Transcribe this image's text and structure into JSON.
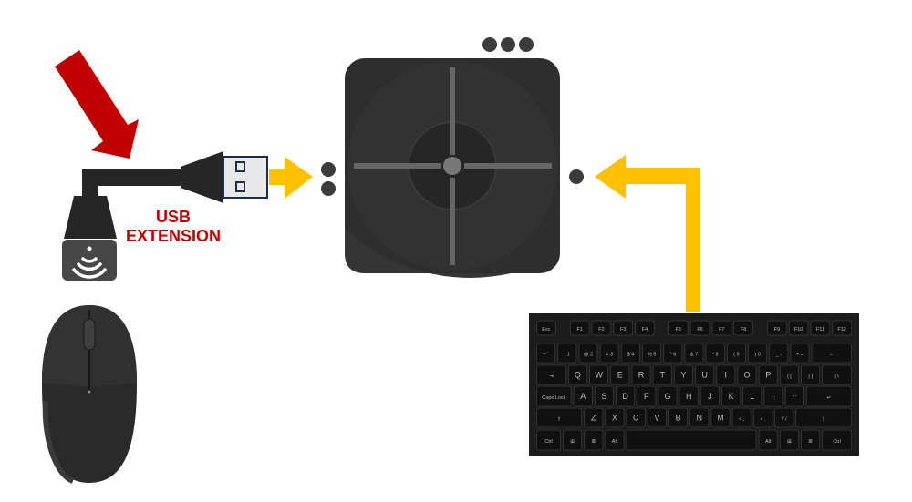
{
  "usb_label": {
    "line1": "USB",
    "line2": "EXTENSION"
  },
  "colors": {
    "accent_arrow": "#ffc000",
    "pointer_arrow": "#c00000",
    "device": "#333333",
    "label": "#c00000"
  },
  "icons": [
    "pointer-arrow",
    "usb-cable",
    "wireless-receiver",
    "console-device",
    "mouse",
    "keyboard",
    "connection-arrow"
  ],
  "keyboard": {
    "rows": [
      [
        {
          "l": "Esc",
          "w": 1
        },
        {
          "gap": 0.55
        },
        {
          "l": "F1",
          "w": 1
        },
        {
          "l": "F2",
          "w": 1
        },
        {
          "l": "F3",
          "w": 1
        },
        {
          "l": "F4",
          "w": 1
        },
        {
          "gap": 0.55
        },
        {
          "l": "F5",
          "w": 1
        },
        {
          "l": "F6",
          "w": 1
        },
        {
          "l": "F7",
          "w": 1
        },
        {
          "l": "F8",
          "w": 1
        },
        {
          "gap": 0.55
        },
        {
          "l": "F9",
          "w": 1
        },
        {
          "l": "F10",
          "w": 1
        },
        {
          "l": "F11",
          "w": 1
        },
        {
          "l": "F12",
          "w": 1
        }
      ],
      [
        {
          "l": "~ `",
          "w": 1
        },
        {
          "l": "! 1",
          "w": 1
        },
        {
          "l": "@ 2",
          "w": 1
        },
        {
          "l": "# 3",
          "w": 1
        },
        {
          "l": "$ 4",
          "w": 1
        },
        {
          "l": "% 5",
          "w": 1
        },
        {
          "l": "^ 6",
          "w": 1
        },
        {
          "l": "& 7",
          "w": 1
        },
        {
          "l": "* 8",
          "w": 1
        },
        {
          "l": "( 9",
          "w": 1
        },
        {
          "l": ") 0",
          "w": 1
        },
        {
          "l": "_ -",
          "w": 1
        },
        {
          "l": "+ =",
          "w": 1
        },
        {
          "l": "←",
          "w": 2
        }
      ],
      [
        {
          "l": "⇥",
          "w": 1.5
        },
        {
          "l": "Q",
          "w": 1
        },
        {
          "l": "W",
          "w": 1
        },
        {
          "l": "E",
          "w": 1
        },
        {
          "l": "R",
          "w": 1
        },
        {
          "l": "T",
          "w": 1
        },
        {
          "l": "Y",
          "w": 1
        },
        {
          "l": "U",
          "w": 1
        },
        {
          "l": "I",
          "w": 1
        },
        {
          "l": "O",
          "w": 1
        },
        {
          "l": "P",
          "w": 1
        },
        {
          "l": "{ [",
          "w": 1
        },
        {
          "l": "} ]",
          "w": 1
        },
        {
          "l": "| \\",
          "w": 1.5
        }
      ],
      [
        {
          "l": "Caps Lock",
          "w": 1.75
        },
        {
          "l": "A",
          "w": 1
        },
        {
          "l": "S",
          "w": 1
        },
        {
          "l": "D",
          "w": 1
        },
        {
          "l": "F",
          "w": 1
        },
        {
          "l": "G",
          "w": 1
        },
        {
          "l": "H",
          "w": 1
        },
        {
          "l": "J",
          "w": 1
        },
        {
          "l": "K",
          "w": 1
        },
        {
          "l": "L",
          "w": 1
        },
        {
          "l": ": ;",
          "w": 1
        },
        {
          "l": "\" '",
          "w": 1
        },
        {
          "l": "↵",
          "w": 2.25
        }
      ],
      [
        {
          "l": "⇧",
          "w": 2.25
        },
        {
          "l": "Z",
          "w": 1
        },
        {
          "l": "X",
          "w": 1
        },
        {
          "l": "C",
          "w": 1
        },
        {
          "l": "V",
          "w": 1
        },
        {
          "l": "B",
          "w": 1
        },
        {
          "l": "N",
          "w": 1
        },
        {
          "l": "M",
          "w": 1
        },
        {
          "l": "< ,",
          "w": 1
        },
        {
          "l": "> .",
          "w": 1
        },
        {
          "l": "? /",
          "w": 1
        },
        {
          "l": "⇧",
          "w": 2.75
        }
      ],
      [
        {
          "l": "Ctrl",
          "w": 1.25
        },
        {
          "l": "⊞",
          "w": 1
        },
        {
          "l": "≣",
          "w": 1
        },
        {
          "l": "Alt",
          "w": 1
        },
        {
          "l": "",
          "w": 6.25
        },
        {
          "l": "Alt",
          "w": 1
        },
        {
          "l": "⊞",
          "w": 1
        },
        {
          "l": "≣",
          "w": 1
        },
        {
          "l": "Ctrl",
          "w": 1.5
        }
      ]
    ]
  }
}
